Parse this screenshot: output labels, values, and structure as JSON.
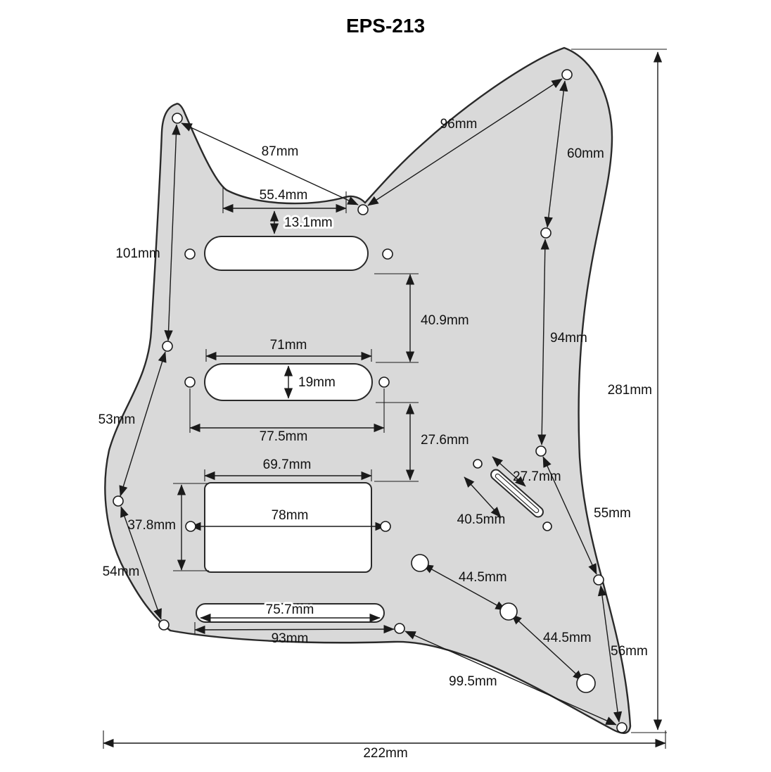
{
  "title": "EPS-213",
  "colors": {
    "pickguard_fill": "#d9d9d9",
    "line": "#1a1a1a",
    "background": "#ffffff"
  },
  "dimensions": {
    "d96": "96mm",
    "d87": "87mm",
    "d55_4": "55.4mm",
    "d13_1": "13.1mm",
    "d101": "101mm",
    "d60": "60mm",
    "d40_9": "40.9mm",
    "d71": "71mm",
    "d19": "19mm",
    "d77_5": "77.5mm",
    "d27_6": "27.6mm",
    "d69_7": "69.7mm",
    "d78": "78mm",
    "d37_8": "37.8mm",
    "d53": "53mm",
    "d54": "54mm",
    "d94": "94mm",
    "d281": "281mm",
    "d27_7": "27.7mm",
    "d40_5": "40.5mm",
    "d55": "55mm",
    "d44_5_a": "44.5mm",
    "d44_5_b": "44.5mm",
    "d56": "56mm",
    "d99_5": "99.5mm",
    "d75_7": "75.7mm",
    "d93": "93mm",
    "d222": "222mm"
  }
}
